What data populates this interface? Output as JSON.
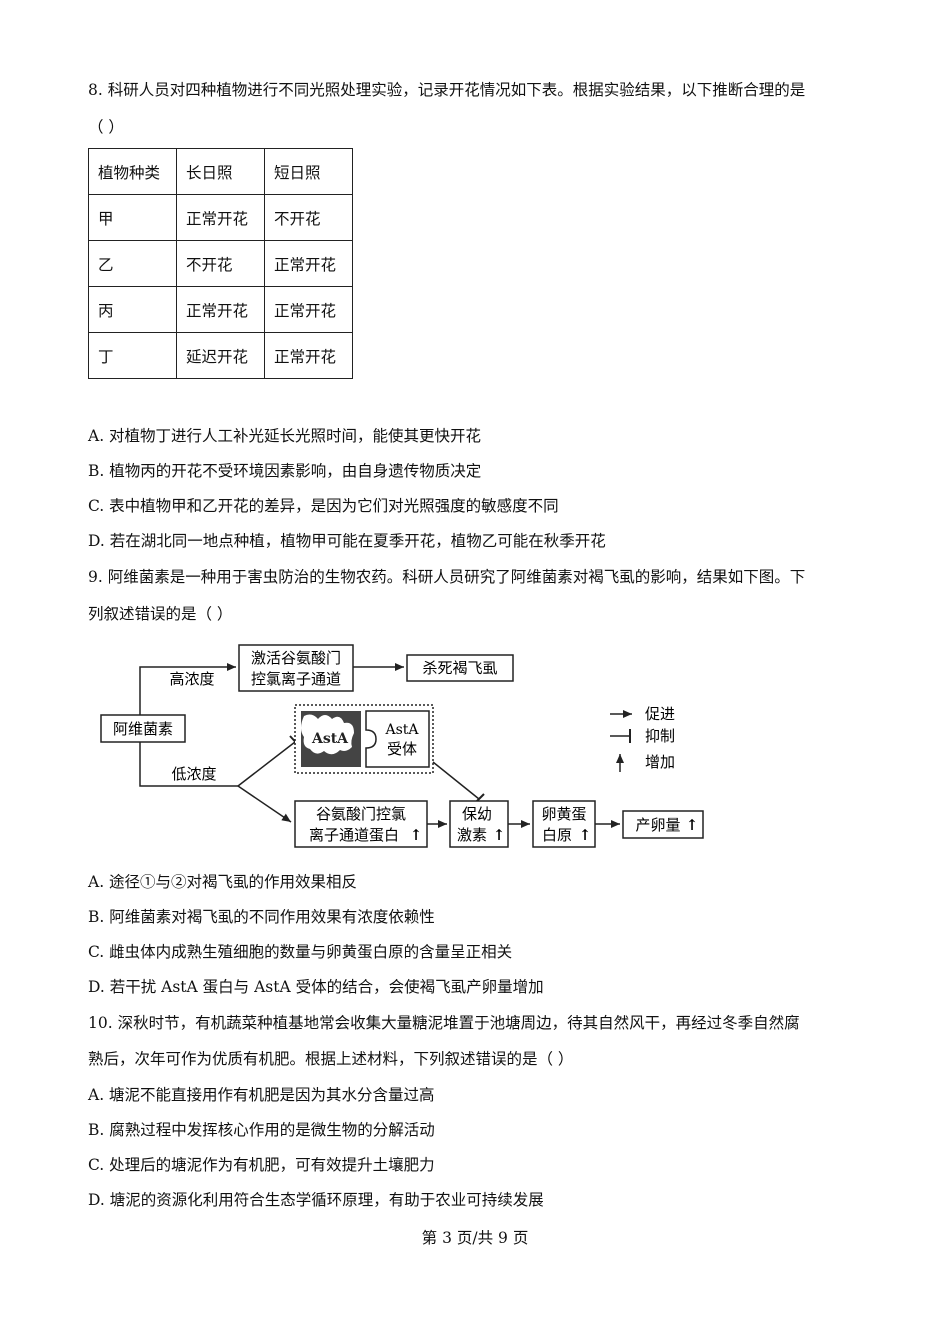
{
  "q8": {
    "stem": "8. 科研人员对四种植物进行不同光照处理实验，记录开花情况如下表。根据实验结果，以下推断合理的是",
    "paren": "（      ）",
    "table": {
      "headers": [
        "植物种类",
        "长日照",
        "短日照"
      ],
      "rows": [
        [
          "甲",
          "正常开花",
          "不开花"
        ],
        [
          "乙",
          "不开花",
          "正常开花"
        ],
        [
          "丙",
          "正常开花",
          "正常开花"
        ],
        [
          "丁",
          "延迟开花",
          "正常开花"
        ]
      ]
    },
    "options": [
      "A. 对植物丁进行人工补光延长光照时间，能使其更快开花",
      "B. 植物丙的开花不受环境因素影响，由自身遗传物质决定",
      "C. 表中植物甲和乙开花的差异，是因为它们对光照强度的敏感度不同",
      "D. 若在湖北同一地点种植，植物甲可能在夏季开花，植物乙可能在秋季开花"
    ]
  },
  "q9": {
    "stem_line1": "9. 阿维菌素是一种用于害虫防治的生物农药。科研人员研究了阿维菌素对褐飞虱的影响，结果如下图。下",
    "stem_line2": "列叙述错误的是（      ）",
    "diagram": {
      "avermectin": "阿维菌素",
      "high_conc": "高浓度",
      "low_conc": "低浓度",
      "box_activate_l1": "激活谷氨酸门",
      "box_activate_l2": "控氯离子通道",
      "box_kill": "杀死褐飞虱",
      "asta_label": "AstA",
      "receptor_l1": "AstA",
      "receptor_l2": "受体",
      "box_glu_l1": "谷氨酸门控氯",
      "box_glu_l2": "离子通道蛋白",
      "box_juv_l1": "保幼",
      "box_juv_l2": "激素",
      "box_yolk_l1": "卵黄蛋",
      "box_yolk_l2": "白原",
      "box_egg": "产卵量",
      "up_arrow": "↑",
      "legend_promote": "促进",
      "legend_inhibit": "抑制",
      "legend_increase": "增加"
    },
    "options": [
      "A. 途径①与②对褐飞虱的作用效果相反",
      "B. 阿维菌素对褐飞虱的不同作用效果有浓度依赖性",
      "C. 雌虫体内成熟生殖细胞的数量与卵黄蛋白原的含量呈正相关",
      "D. 若干扰 AstA 蛋白与 AstA 受体的结合，会使褐飞虱产卵量增加"
    ]
  },
  "q10": {
    "stem_line1": "10. 深秋时节，有机蔬菜种植基地常会收集大量糖泥堆置于池塘周边，待其自然风干，再经过冬季自然腐",
    "stem_line2": "熟后，次年可作为优质有机肥。根据上述材料，下列叙述错误的是（      ）",
    "options": [
      "A. 塘泥不能直接用作有机肥是因为其水分含量过高",
      "B. 腐熟过程中发挥核心作用的是微生物的分解活动",
      "C. 处理后的塘泥作为有机肥，可有效提升土壤肥力",
      "D. 塘泥的资源化利用符合生态学循环原理，有助于农业可持续发展"
    ]
  },
  "footer": "第 3 页/共 9 页"
}
